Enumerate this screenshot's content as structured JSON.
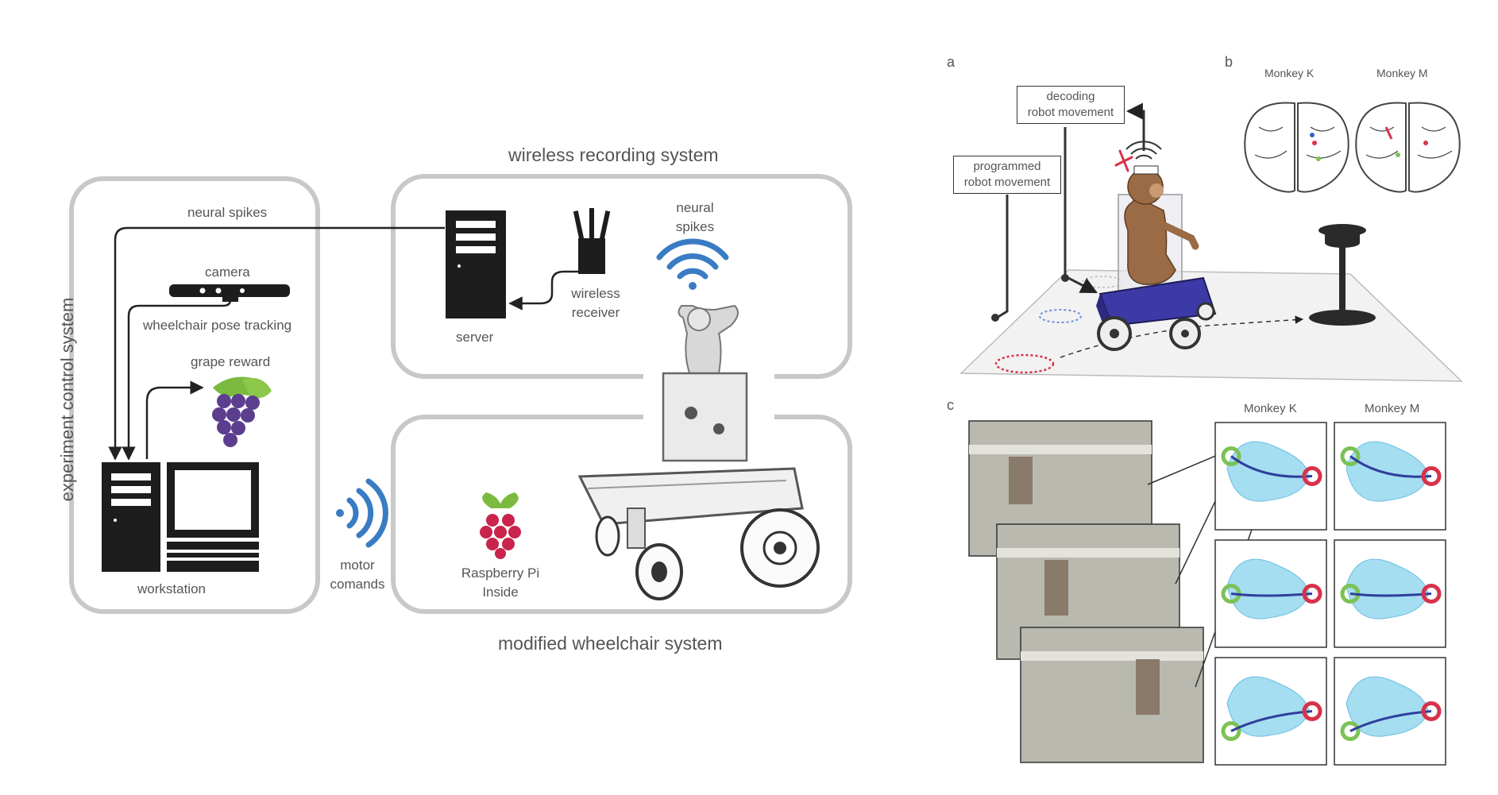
{
  "left_diagram": {
    "vertical_label": "experiment control system",
    "wireless_title": "wireless recording system",
    "modified_title": "modified wheelchair system",
    "neural_spikes_line": "neural spikes",
    "camera": "camera",
    "pose_tracking": "wheelchair pose tracking",
    "grape_reward": "grape reward",
    "workstation": "workstation",
    "server": "server",
    "wireless_receiver_1": "wireless",
    "wireless_receiver_2": "receiver",
    "neural_spikes_1": "neural",
    "neural_spikes_2": "spikes",
    "motor_1": "motor",
    "motor_2": "comands",
    "raspberry_1": "Raspberry Pi",
    "raspberry_2": "Inside"
  },
  "right_figure": {
    "panel_a": "a",
    "panel_b": "b",
    "panel_c": "c",
    "decoding_1": "decoding",
    "decoding_2": "robot movement",
    "programmed_1": "programmed",
    "programmed_2": "robot movement",
    "monkey_k": "Monkey K",
    "monkey_m": "Monkey M",
    "monkey_k_c": "Monkey K",
    "monkey_m_c": "Monkey M"
  },
  "colors": {
    "frame_gray": "#c8c8c8",
    "wifi_blue": "#3a7cc4",
    "grape_purple": "#5b3e8e",
    "leaf_green": "#7cba3f",
    "raspberry_red": "#c8244c",
    "wheelchair_blue": "#3b3aa6",
    "monkey_brown": "#9a6b45",
    "trajectory_cyan": "#8fd4ee",
    "path_navy": "#2f3f9c",
    "target_red": "#d8324a",
    "start_green": "#7cc256"
  },
  "icons": [
    "wifi-icon",
    "grape-icon",
    "raspberry-pi-icon",
    "server-icon",
    "receiver-icon",
    "camera-icon",
    "workstation-icon",
    "monitor-icon",
    "wheelchair-image",
    "monkey-image",
    "brain-icon",
    "stool-icon"
  ]
}
